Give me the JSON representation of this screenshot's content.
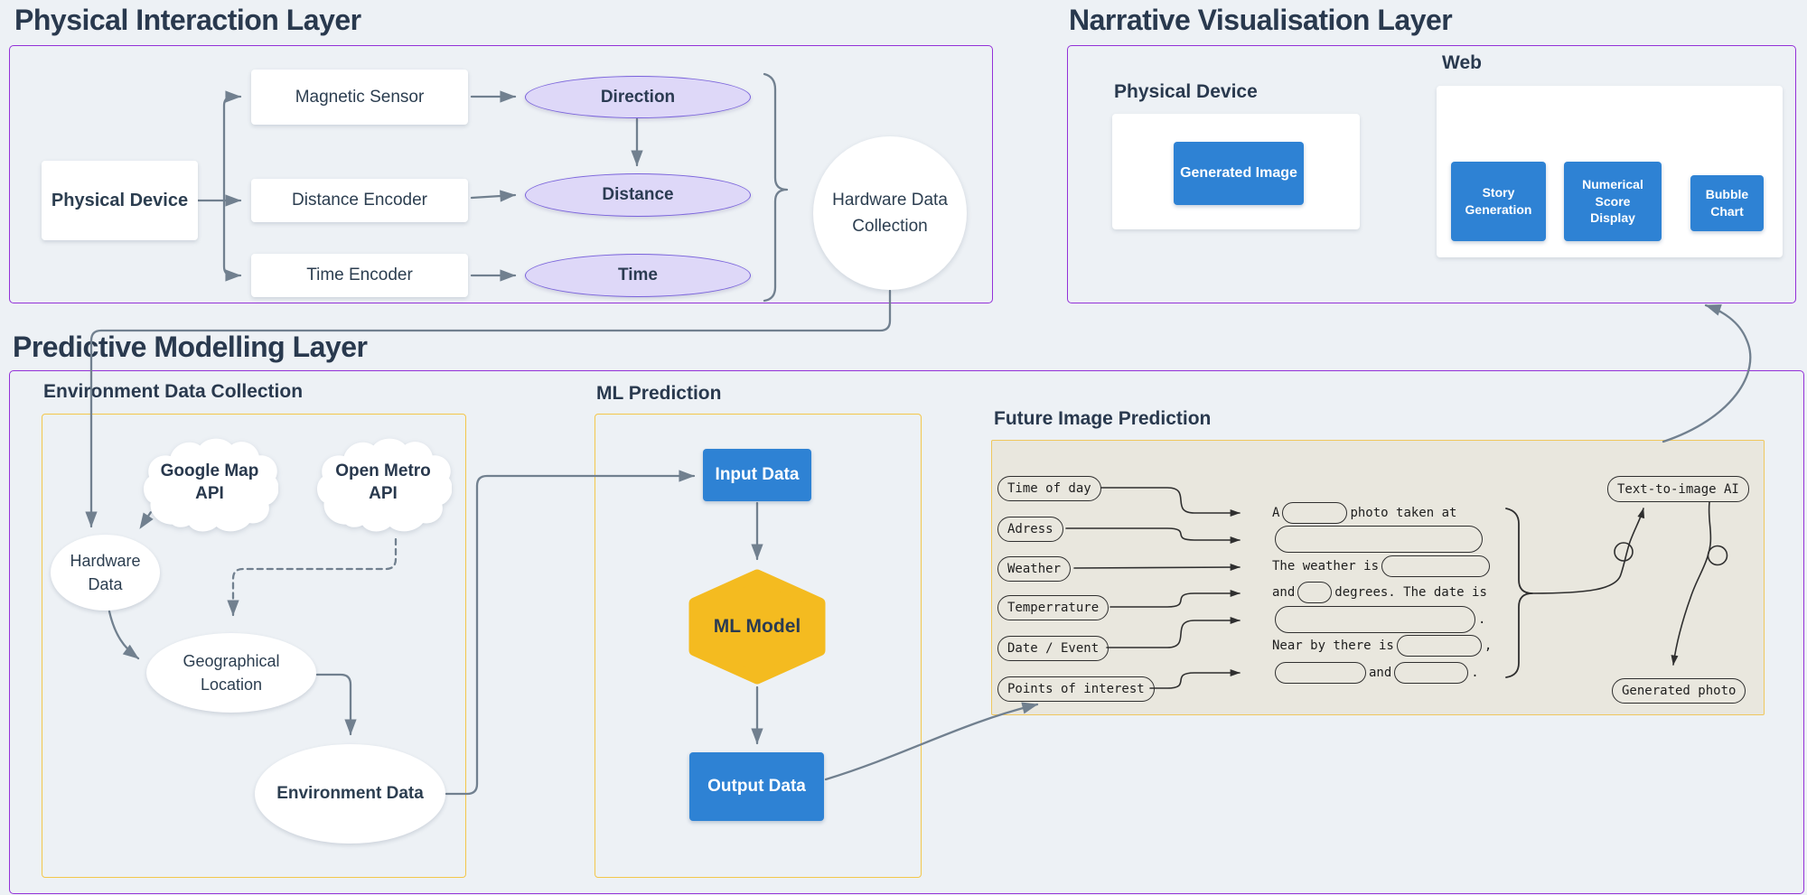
{
  "colors": {
    "background": "#EDF1F5",
    "purple_border": "#9331D8",
    "yellow_border": "#F3C74B",
    "blue": "#2E82D4",
    "hex_yellow": "#F4BB20",
    "beige": "#E9E7DE",
    "beige_border": "#EFC75E",
    "node_text": "#2C3E50",
    "arrow": "#71808F",
    "dark_line": "#2F2F2F",
    "lavender": "#DED8F8",
    "lavender_border": "#7A63DC",
    "white": "#FFFFFF"
  },
  "layers": {
    "physical": {
      "title": "Physical Interaction Layer",
      "device": "Physical Device",
      "sensors": [
        "Magnetic Sensor",
        "Distance Encoder",
        "Time Encoder"
      ],
      "signals": [
        "Direction",
        "Distance",
        "Time"
      ],
      "collector": "Hardware Data Collection"
    },
    "narrative": {
      "title": "Narrative Visualisation Layer",
      "physical_device": {
        "label": "Physical Device",
        "button": "Generated Image"
      },
      "web": {
        "label": "Web",
        "buttons": [
          "Story Generation",
          "Numerical Score Display",
          "Bubble Chart"
        ]
      }
    },
    "predictive": {
      "title": "Predictive Modelling Layer",
      "environment": {
        "label": "Environment Data Collection",
        "clouds": [
          "Google Map API",
          "Open Metro API"
        ],
        "hardware_data": "Hardware Data",
        "geo_location": "Geographical Location",
        "environment_data": "Environment Data"
      },
      "ml": {
        "label": "ML Prediction",
        "input": "Input Data",
        "model": "ML Model",
        "output": "Output Data"
      },
      "future": {
        "label": "Future Image Prediction",
        "inputs": [
          "Time of day",
          "Adress",
          "Weather",
          "Temperrature",
          "Date / Event",
          "Points of interest"
        ],
        "template_lines": [
          [
            {
              "t": "A "
            },
            {
              "b": "w70"
            },
            {
              "t": " photo taken at"
            }
          ],
          [
            {
              "b": "w228"
            }
          ],
          [
            {
              "t": "The weather is "
            },
            {
              "b": "w118"
            }
          ],
          [
            {
              "t": "and "
            },
            {
              "b": "w36"
            },
            {
              "t": " degrees. The date is"
            }
          ],
          [
            {
              "b": "w220"
            },
            {
              "t": "."
            }
          ],
          [
            {
              "t": "Near by there is "
            },
            {
              "b": "w92"
            },
            {
              "t": ","
            }
          ],
          [
            {
              "b": "w99"
            },
            {
              "t": "and "
            },
            {
              "b": "w80"
            },
            {
              "t": "."
            }
          ]
        ],
        "ai": "Text-to-image AI",
        "photo": "Generated photo"
      }
    }
  }
}
